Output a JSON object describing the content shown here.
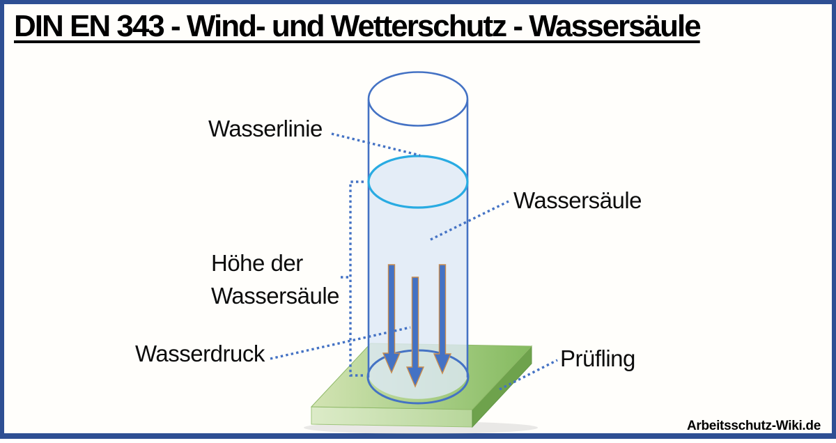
{
  "title": {
    "text": "DIN EN 343 - Wind- und Wetterschutz - Wassersäule"
  },
  "labels": {
    "wasserlinie": "Wasserlinie",
    "wassersaeule": "Wassersäule",
    "hoehe_line1": "Höhe der",
    "hoehe_line2": "Wassersäule",
    "wasserdruck": "Wasserdruck",
    "pruefling": "Prüfling"
  },
  "watermark": {
    "text": "Arbeitsschutz-Wiki.de"
  },
  "colors": {
    "frame_navy": "#2e4f93",
    "diagram_blue": "#4472c4",
    "water_cyan": "#29abe2",
    "water_fill": "rgba(221,233,246,0.8)",
    "arrow_outline": "#c98c4e",
    "plate_green_light": "#d3e4b4",
    "plate_green": "#84ba5f",
    "plate_green_dark": "#6ea24c",
    "plate_front_light": "#dcebc8",
    "plate_front": "#b7d69a"
  }
}
